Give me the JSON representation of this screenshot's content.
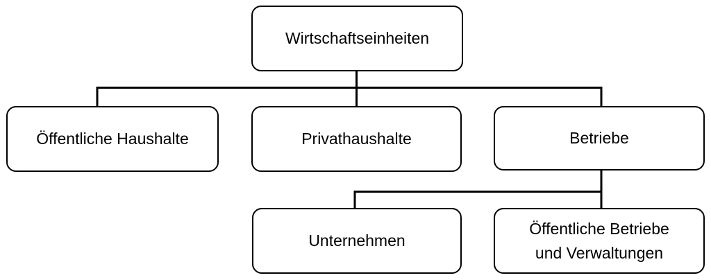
{
  "diagram": {
    "type": "hierarchy",
    "background_color": "#ffffff",
    "line_color": "#000000",
    "box_fill_color": "#ffffff",
    "box_border_color": "#000000",
    "text_color": "#000000",
    "nodes": {
      "root": {
        "label": "Wirtschaftseinheiten"
      },
      "oeffentliche_haushalte": {
        "label": "Öffentliche Haushalte"
      },
      "privathaushalte": {
        "label": "Privathaushalte"
      },
      "betriebe": {
        "label": "Betriebe"
      },
      "unternehmen": {
        "label": "Unternehmen"
      },
      "oeffentliche_betriebe": {
        "label": "Öffentliche Betriebe und Verwaltungen"
      }
    },
    "edges": [
      {
        "from": "root",
        "to": "oeffentliche_haushalte"
      },
      {
        "from": "root",
        "to": "privathaushalte"
      },
      {
        "from": "root",
        "to": "betriebe"
      },
      {
        "from": "betriebe",
        "to": "unternehmen"
      },
      {
        "from": "betriebe",
        "to": "oeffentliche_betriebe"
      }
    ]
  }
}
